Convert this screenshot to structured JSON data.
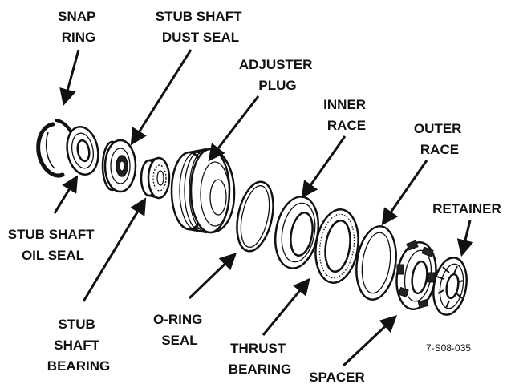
{
  "labels": {
    "snap_ring": [
      "SNAP",
      "RING"
    ],
    "stub_shaft_dust_seal": [
      "STUB SHAFT",
      "DUST SEAL"
    ],
    "adjuster_plug": [
      "ADJUSTER",
      "PLUG"
    ],
    "inner_race": [
      "INNER",
      "RACE"
    ],
    "outer_race": [
      "OUTER",
      "RACE"
    ],
    "retainer": [
      "RETAINER"
    ],
    "stub_shaft_oil_seal": [
      "STUB SHAFT",
      "OIL SEAL"
    ],
    "stub_shaft_bearing": [
      "STUB",
      "SHAFT",
      "BEARING"
    ],
    "o_ring_seal": [
      "O-RING",
      "SEAL"
    ],
    "thrust_bearing": [
      "THRUST",
      "BEARING"
    ],
    "spacer": [
      "SPACER"
    ]
  },
  "figure_number": "7-S08-035"
}
